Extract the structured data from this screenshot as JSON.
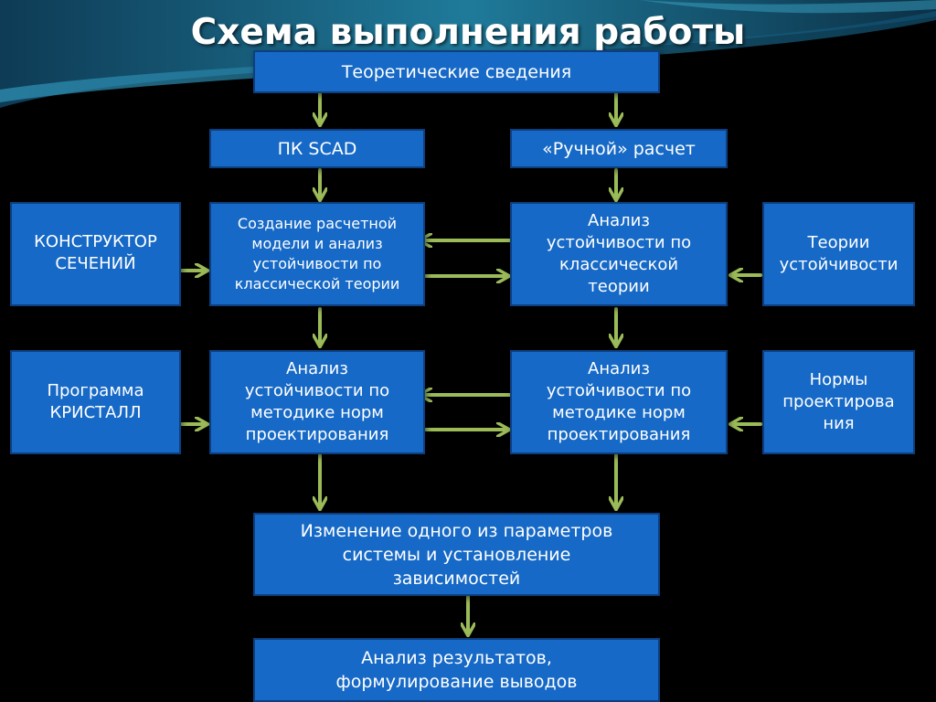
{
  "slide": {
    "title": "Схема выполнения работы"
  },
  "colors": {
    "background": "#000000",
    "box_fill": "#1669c6",
    "box_border": "#0d3f80",
    "arrow": "#9bbb59",
    "title_text": "#ffffff",
    "swoosh": "#1c6f8f"
  },
  "nodes": {
    "theory_info": "Теоретические сведения",
    "pk_scad": "ПК SCAD",
    "manual_calc": "«Ручной» расчет",
    "section_constructor": "КОНСТРУКТОР\nСЕЧЕНИЙ",
    "model_creation": "Создание расчетной\nмодели и анализ\nустойчивости по\nклассической теории",
    "classic_analysis": "Анализ\nустойчивости по\nклассической\nтеории",
    "stability_theories": "Теории\nустойчивости",
    "kristall_program": "Программа\nКРИСТАЛЛ",
    "norms_analysis_left": "Анализ\nустойчивости по\nметодике норм\nпроектирования",
    "norms_analysis_right": "Анализ\nустойчивости по\nметодике норм\nпроектирования",
    "design_norms": "Нормы\nпроектирова\nния",
    "param_change": "Изменение одного из параметров\nсистемы и установление\nзависимостей",
    "results_analysis": "Анализ результатов,\nформулирование выводов"
  }
}
